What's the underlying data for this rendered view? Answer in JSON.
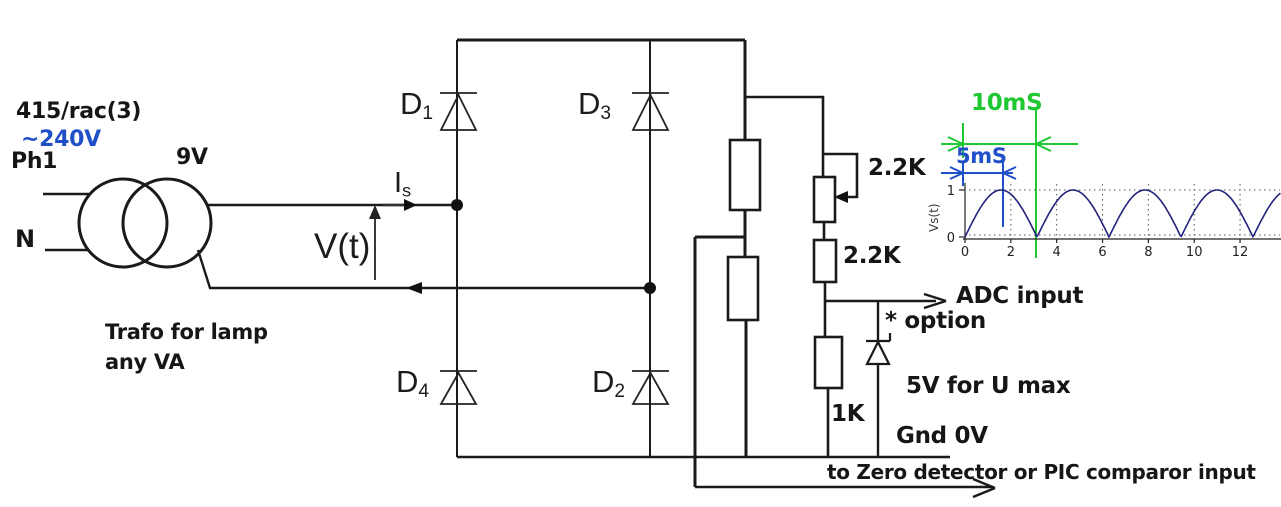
{
  "diagram": {
    "source": {
      "line1": "415/rac(3)",
      "line2": "~240V",
      "phase": "Ph1",
      "neutral": "N",
      "secondary": "9V",
      "note1": "Trafo for lamp",
      "note2": "any VA"
    },
    "bridge": {
      "d1": {
        "main": "D",
        "sub": "1"
      },
      "d2": {
        "main": "D",
        "sub": "2"
      },
      "d3": {
        "main": "D",
        "sub": "3"
      },
      "d4": {
        "main": "D",
        "sub": "4"
      }
    },
    "signals": {
      "current_main": "I",
      "current_sub": "s",
      "voltage": "V(t)"
    },
    "components": {
      "potentiometer": "2.2K",
      "resistor_mid": "2.2K",
      "resistor_bottom": "1K"
    },
    "outputs": {
      "adc": "ADC input",
      "option": "* option",
      "zener_note": "5V for U max",
      "ground": "Gnd 0V",
      "zero_detector": "to Zero detector or PIC comparor input"
    }
  },
  "timing": {
    "full_period": "10mS",
    "half_period": "5mS"
  },
  "colors": {
    "ink": "#1a1a1a",
    "accent_blue": "#2050c8",
    "accent_green": "#1fc832",
    "waveform": "#23237d"
  },
  "chart_data": {
    "type": "line",
    "ylabel": "Vs(t)",
    "xticks": [
      0,
      2,
      4,
      6,
      8,
      10,
      12
    ],
    "yticks": [
      0,
      1
    ],
    "x_range": [
      0,
      13.8
    ],
    "y_range": [
      0,
      1.2
    ],
    "formula": "abs_sin",
    "amplitude": 1,
    "zeros_at_x": [
      0,
      3.14,
      6.28,
      9.42,
      12.57
    ],
    "peaks_at_x": [
      1.57,
      4.71,
      7.85,
      11.0
    ],
    "peak_value": 1,
    "grid": "dotted",
    "line_color": "#23237d",
    "annotations": [
      {
        "label": "10mS",
        "color": "#1fc832",
        "x_from": 0,
        "x_to": 3.14
      },
      {
        "label": "5mS",
        "color": "#2050c8",
        "x_from": 0,
        "x_to": 1.57
      }
    ]
  }
}
